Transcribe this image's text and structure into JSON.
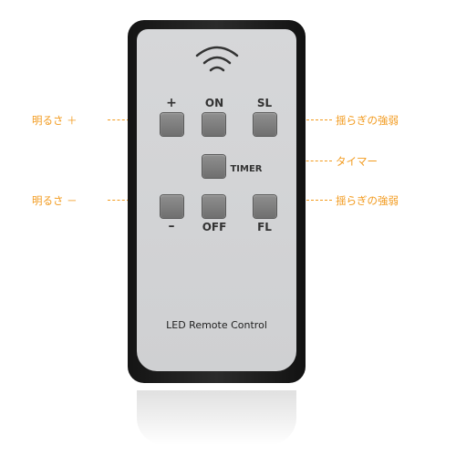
{
  "remote": {
    "buttons": {
      "plus": "+",
      "on": "ON",
      "sl": "SL",
      "timer": "TIMER",
      "minus": "–",
      "off": "OFF",
      "fl": "FL"
    },
    "brand_text": "LED Remote Control"
  },
  "annotations": {
    "brightness_up": "明るさ ＋",
    "brightness_down": "明るさ －",
    "flicker_sl": "揺らぎの強弱",
    "flicker_fl": "揺らぎの強弱",
    "timer": "タイマー"
  },
  "colors": {
    "annotation": "#f29a1d",
    "remote_body": "#1e1e1e",
    "remote_face": "#d3d4d6",
    "button": "#7d7d7d"
  }
}
